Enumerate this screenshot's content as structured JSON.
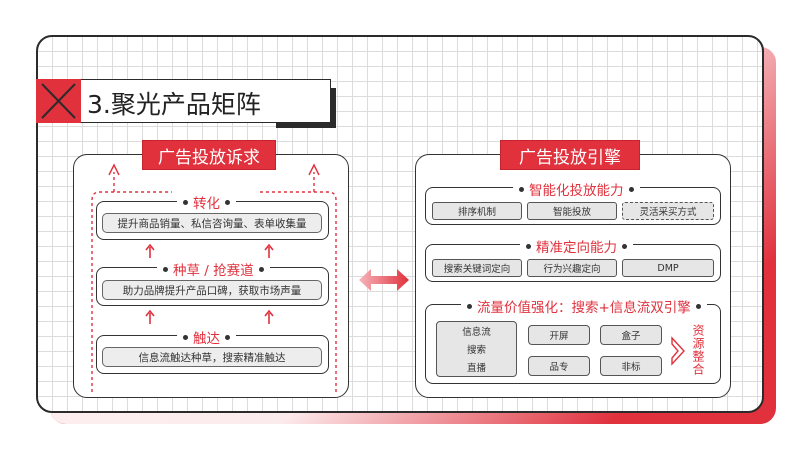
{
  "title": "3.聚光产品矩阵",
  "left": {
    "header": "广告投放诉求",
    "stages": [
      {
        "title": "转化",
        "desc": "提升商品销量、私信咨询量、表单收集量"
      },
      {
        "title": "种草 / 抢赛道",
        "desc": "助力品牌提升产品口碑，获取市场声量"
      },
      {
        "title": "触达",
        "desc": "信息流触达种草，搜索精准触达"
      }
    ]
  },
  "right": {
    "header": "广告投放引擎",
    "capability1": {
      "title": "智能化投放能力",
      "items": [
        "排序机制",
        "智能投放",
        "灵活采买方式"
      ]
    },
    "capability2": {
      "title": "精准定向能力",
      "items": [
        "搜索关键词定向",
        "行为兴趣定向",
        "DMP"
      ]
    },
    "capability3": {
      "title": "流量价值强化：搜索+信息流双引擎",
      "stack": [
        "信息流",
        "搜索",
        "直播"
      ],
      "grid": [
        "开屏",
        "盒子",
        "品专",
        "非标"
      ],
      "side": "资源整合"
    }
  },
  "colors": {
    "accent": "#e0313d",
    "border": "#2b2b2b",
    "fill": "#e6e6e6"
  }
}
